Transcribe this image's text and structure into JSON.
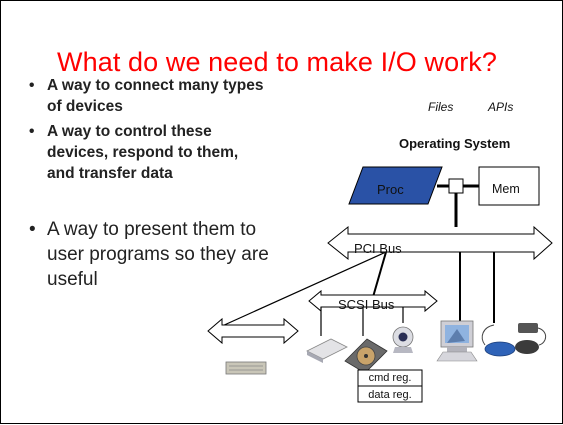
{
  "slide": {
    "title": "What do we need to make I/O work?",
    "bullets_bold": [
      "A way to connect many types of devices",
      "A way to control these devices, respond to them, and transfer data"
    ],
    "bullets_plain": [
      "A way to present them to user programs so they are useful"
    ]
  },
  "diagram": {
    "files_label": "Files",
    "apis_label": "APIs",
    "os_label": "Operating System",
    "proc_label": "Proc",
    "mem_label": "Mem",
    "pci_label": "PCI Bus",
    "scsi_label": "SCSI Bus",
    "cmd_reg_label": "cmd reg.",
    "data_reg_label": "data reg.",
    "proc_color": "#2a52a6"
  }
}
